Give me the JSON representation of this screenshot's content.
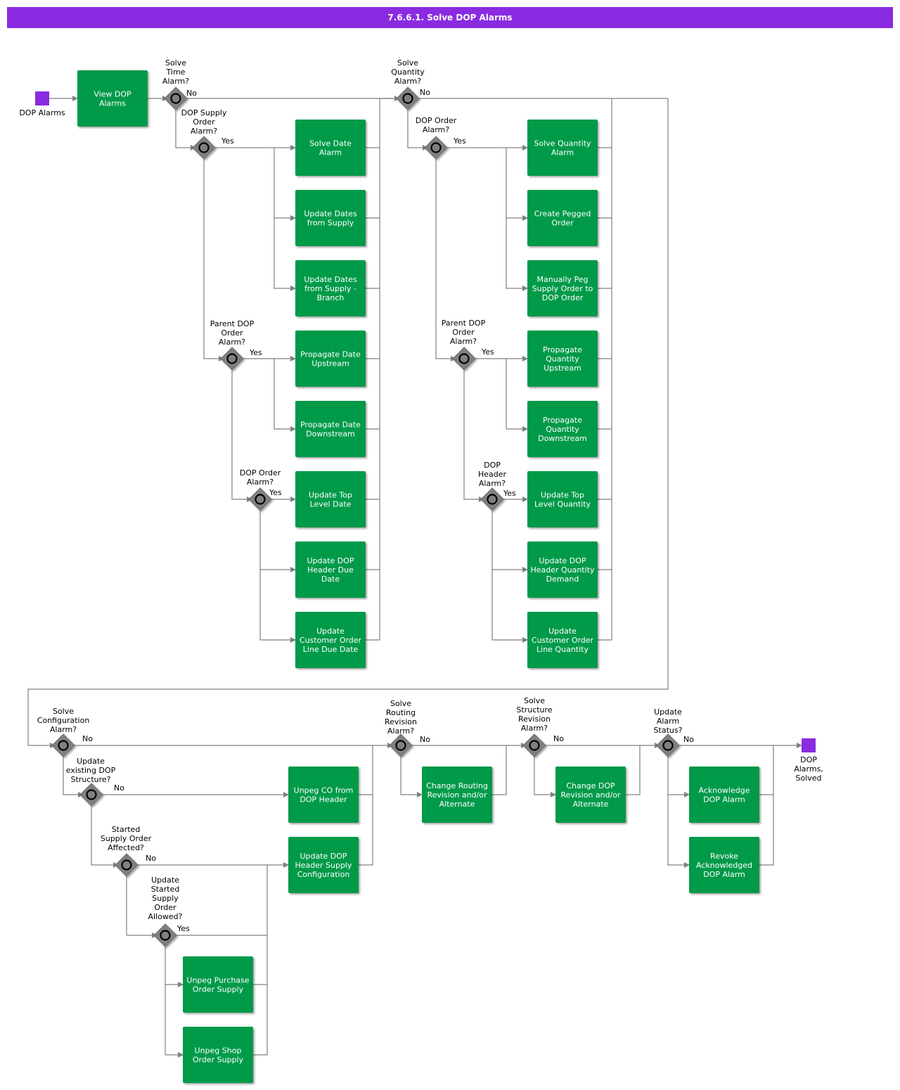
{
  "title": "7.6.6.1. Solve DOP Alarms",
  "colors": {
    "header": "#8a2be2",
    "task": "#009a49",
    "gateway": "#808080",
    "event": "#8a2be2",
    "line": "#808080"
  },
  "events": [
    {
      "id": "ev-start",
      "label": [
        "DOP Alarms"
      ]
    },
    {
      "id": "ev-end",
      "label": [
        "DOP",
        "Alarms,",
        "Solved"
      ]
    }
  ],
  "tasks": [
    {
      "id": "view-dop-alarms",
      "label": [
        "View DOP",
        "Alarms"
      ]
    },
    {
      "id": "solve-date-alarm",
      "label": [
        "Solve Date",
        "Alarm"
      ]
    },
    {
      "id": "update-dates-from-supply",
      "label": [
        "Update Dates",
        "from Supply"
      ]
    },
    {
      "id": "update-dates-from-supply-branch",
      "label": [
        "Update Dates",
        "from Supply -",
        "Branch"
      ]
    },
    {
      "id": "propagate-date-upstream",
      "label": [
        "Propagate Date",
        "Upstream"
      ]
    },
    {
      "id": "propagate-date-downstream",
      "label": [
        "Propagate Date",
        "Downstream"
      ]
    },
    {
      "id": "update-top-level-date",
      "label": [
        "Update Top",
        "Level Date"
      ]
    },
    {
      "id": "update-dop-header-due-date",
      "label": [
        "Update DOP",
        "Header Due",
        "Date"
      ]
    },
    {
      "id": "update-co-line-due-date",
      "label": [
        "Update",
        "Customer Order",
        "Line Due Date"
      ]
    },
    {
      "id": "solve-quantity-alarm",
      "label": [
        "Solve Quantity",
        "Alarm"
      ]
    },
    {
      "id": "create-pegged-order",
      "label": [
        "Create Pegged",
        "Order"
      ]
    },
    {
      "id": "manually-peg-supply-order",
      "label": [
        "Manually Peg",
        "Supply Order to",
        "DOP Order"
      ]
    },
    {
      "id": "propagate-quantity-upstream",
      "label": [
        "Propagate",
        "Quantity",
        "Upstream"
      ]
    },
    {
      "id": "propagate-quantity-downstream",
      "label": [
        "Propagate",
        "Quantity",
        "Downstream"
      ]
    },
    {
      "id": "update-top-level-quantity",
      "label": [
        "Update Top",
        "Level Quantity"
      ]
    },
    {
      "id": "update-dop-header-quantity-demand",
      "label": [
        "Update DOP",
        "Header Quantity",
        "Demand"
      ]
    },
    {
      "id": "update-co-line-quantity",
      "label": [
        "Update",
        "Customer Order",
        "Line Quantity"
      ]
    },
    {
      "id": "unpeg-co-from-dop-header",
      "label": [
        "Unpeg CO from",
        "DOP Header"
      ]
    },
    {
      "id": "update-dop-header-supply-config",
      "label": [
        "Update DOP",
        "Header Supply",
        "Configuration"
      ]
    },
    {
      "id": "unpeg-purchase-order-supply",
      "label": [
        "Unpeg Purchase",
        "Order Supply"
      ]
    },
    {
      "id": "unpeg-shop-order-supply",
      "label": [
        "Unpeg Shop",
        "Order Supply"
      ]
    },
    {
      "id": "change-routing-revision",
      "label": [
        "Change Routing",
        "Revision and/or",
        "Alternate"
      ]
    },
    {
      "id": "change-dop-revision",
      "label": [
        "Change DOP",
        "Revision and/or",
        "Alternate"
      ]
    },
    {
      "id": "acknowledge-dop-alarm",
      "label": [
        "Acknowledge",
        "DOP Alarm"
      ]
    },
    {
      "id": "revoke-acknowledged-dop-alarm",
      "label": [
        "Revoke",
        "Acknowledged",
        "DOP Alarm"
      ]
    }
  ],
  "gateways": [
    {
      "id": "solve-time-alarm",
      "label": [
        "Solve",
        "Time",
        "Alarm?"
      ]
    },
    {
      "id": "dop-supply-order-alarm",
      "label": [
        "DOP Supply",
        "Order",
        "Alarm?"
      ]
    },
    {
      "id": "parent-dop-order-alarm-time",
      "label": [
        "Parent DOP",
        "Order",
        "Alarm?"
      ]
    },
    {
      "id": "dop-order-alarm-time",
      "label": [
        "DOP Order",
        "Alarm?"
      ]
    },
    {
      "id": "solve-quantity-alarm-gw",
      "label": [
        "Solve",
        "Quantity",
        "Alarm?"
      ]
    },
    {
      "id": "dop-order-alarm-qty",
      "label": [
        "DOP Order",
        "Alarm?"
      ]
    },
    {
      "id": "parent-dop-order-alarm-qty",
      "label": [
        "Parent DOP",
        "Order",
        "Alarm?"
      ]
    },
    {
      "id": "dop-header-alarm",
      "label": [
        "DOP",
        "Header",
        "Alarm?"
      ]
    },
    {
      "id": "solve-configuration-alarm",
      "label": [
        "Solve",
        "Configuration",
        "Alarm?"
      ]
    },
    {
      "id": "update-existing-dop-structure",
      "label": [
        "Update",
        "existing DOP",
        "Structure?"
      ]
    },
    {
      "id": "started-supply-order-affected",
      "label": [
        "Started",
        "Supply Order",
        "Affected?"
      ]
    },
    {
      "id": "update-started-supply-order-allowed",
      "label": [
        "Update",
        "Started",
        "Supply",
        "Order",
        "Allowed?"
      ]
    },
    {
      "id": "solve-routing-revision-alarm",
      "label": [
        "Solve",
        "Routing",
        "Revision",
        "Alarm?"
      ]
    },
    {
      "id": "solve-structure-revision-alarm",
      "label": [
        "Solve",
        "Structure",
        "Revision",
        "Alarm?"
      ]
    },
    {
      "id": "update-alarm-status",
      "label": [
        "Update",
        "Alarm",
        "Status?"
      ]
    }
  ],
  "flow_labels": {
    "yes": "Yes",
    "no": "No"
  }
}
